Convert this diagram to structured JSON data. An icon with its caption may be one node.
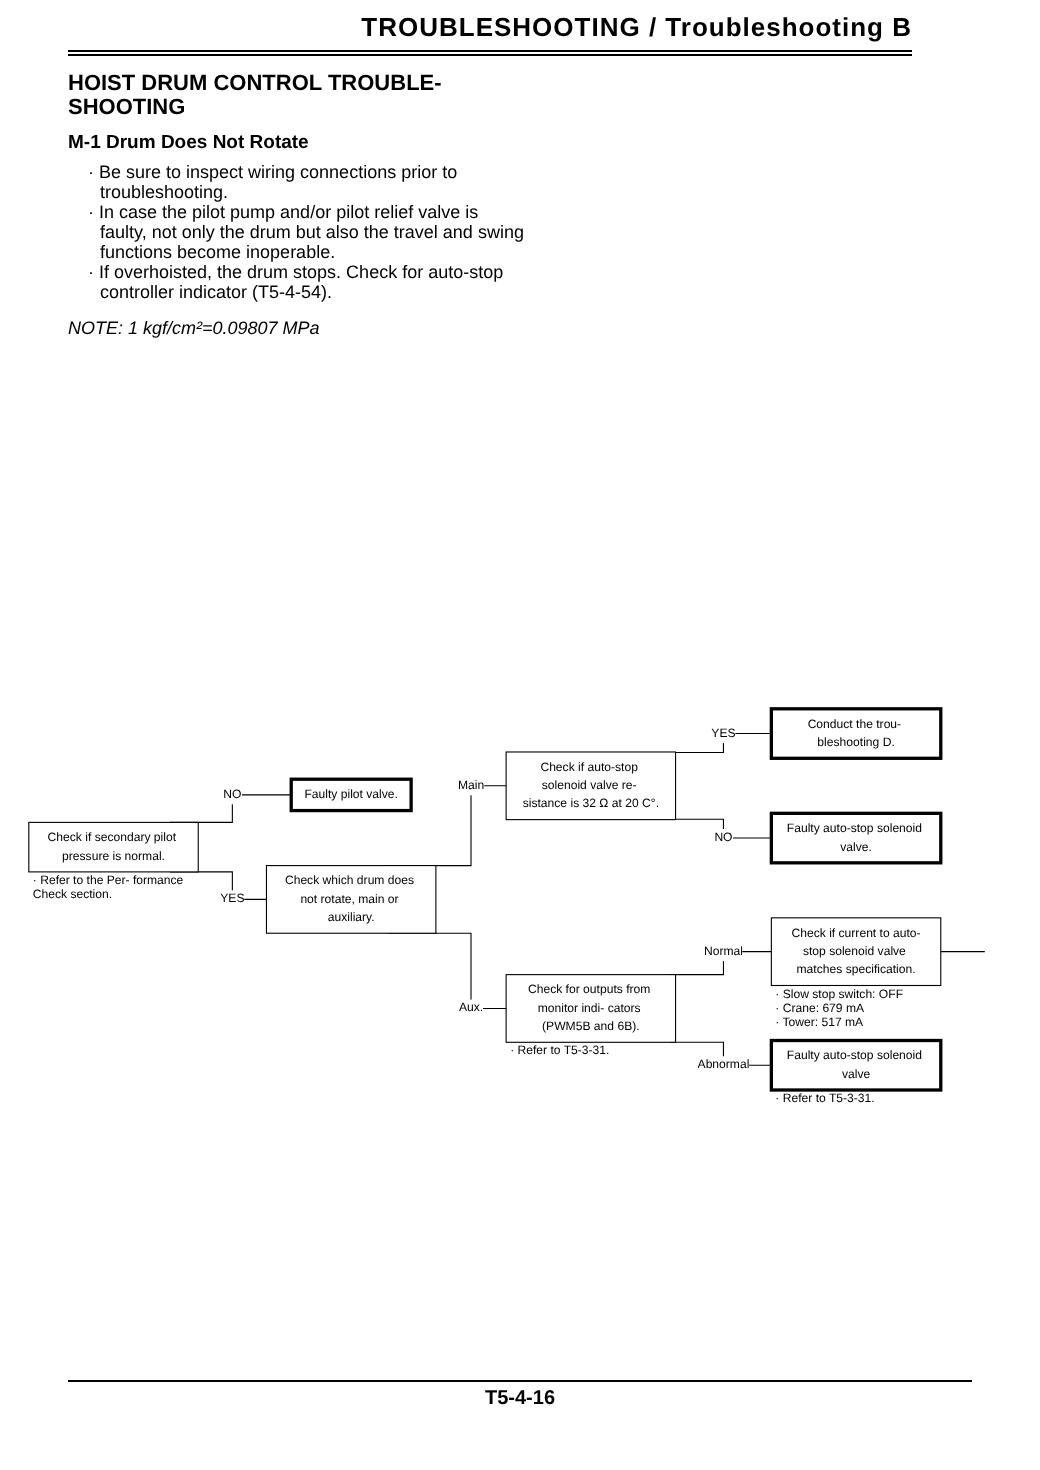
{
  "diagram": {
    "title": "TROUBLESHOOTING / Troubleshooting B",
    "nodes": [
      {
        "text": [
          "Check if secondary pilot pressure is normal."
        ],
        "beside": [
          "· Refer to the Per- formance Check section."
        ]
      },
      {
        "text": [
          "Faulty pilot valve."
        ]
      },
      {
        "text": [
          "Check which drum does not rotate, main or auxiliary."
        ]
      },
      {
        "text": [
          "Check if auto-stop solenoid valve re- sistance is 32 Ω at 20 C°."
        ]
      },
      {
        "text": [
          "Conduct the trou- bleshooting D."
        ]
      },
      {
        "text": [
          "Faulty auto-stop solenoid valve."
        ]
      },
      {
        "text": [
          "Check for outputs from monitor indi- cators (PWM5B and 6B)."
        ],
        "beside": [
          "· Refer to T5-3-31."
        ]
      },
      {
        "text": [
          "Check if current to auto-stop solenoid valve matches specification."
        ],
        "beside": [
          "· Slow stop switch: OFF",
          "· Crane: 679 mA",
          "· Tower: 517 mA"
        ]
      },
      {
        "text": [
          "Faulty auto-stop solenoid valve"
        ],
        "beside": [
          "· Refer to T5-3-31."
        ]
      }
    ],
    "edges": [
      {
        "from": 0,
        "to": 1,
        "arrow": "none",
        "label": "NO"
      },
      {
        "from": 0,
        "to": 2,
        "arrow": "none",
        "label": "YES"
      },
      {
        "from": 2,
        "to": 3,
        "arrow": "none",
        "label": "Main"
      },
      {
        "from": 2,
        "to": 6,
        "arrow": "none",
        "label": "Aux."
      },
      {
        "from": 3,
        "to": 4,
        "arrow": "none",
        "label": "YES"
      },
      {
        "from": 3,
        "to": 5,
        "arrow": "none",
        "label": "NO"
      },
      {
        "from": 6,
        "to": 7,
        "arrow": "none",
        "label": "Normal"
      },
      {
        "from": 6,
        "to": 8,
        "arrow": "none",
        "label": "Abnormal"
      },
      {
        "from": 7,
        "to": null,
        "arrow": "none"
      }
    ],
    "labels": [
      "HOIST DRUM CONTROL TROUBLE- SHOOTING",
      "M-1 Drum Does Not Rotate",
      "· Be sure to inspect wiring connections prior to troubleshooting.",
      "· In case the pilot pump and/or pilot relief valve is faulty, not only the drum but also the travel and swing functions become inoperable.",
      "· If overhoisted, the drum stops. Check for auto-stop controller indicator (T5-4-54).",
      "NOTE: 1 kgf/cm²=0.09807 MPa",
      "T5-4-16"
    ]
  }
}
